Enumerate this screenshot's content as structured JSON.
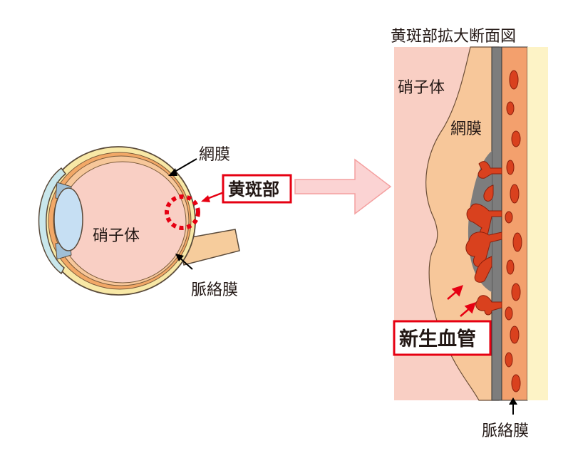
{
  "diagram": {
    "left_labels": {
      "retina": "網膜",
      "vitreous": "硝子体",
      "choroid": "脈絡膜"
    },
    "macula_label": "黄斑部",
    "cross_section": {
      "title": "黄斑部拡大断面図",
      "vitreous": "硝子体",
      "retina": "網膜",
      "neovascularization": "新生血管",
      "choroid": "脈絡膜"
    },
    "colors": {
      "vitreous_pink": "#f9cfc4",
      "retina_peach": "#f7c79a",
      "vessel_red": "#d9411e",
      "highlight_red": "#e60012",
      "choroid_orange": "#f3a06d",
      "sclera_yellow": "#fdf3c6",
      "pigment_gray": "#7d7d7d"
    }
  }
}
